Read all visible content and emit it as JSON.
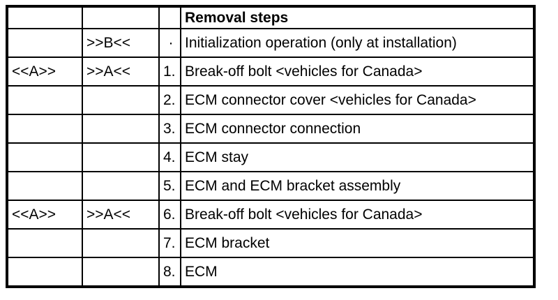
{
  "document": {
    "type": "removal-steps-table",
    "colors": {
      "background": "#ffffff",
      "border": "#000000",
      "text": "#000000"
    },
    "header": {
      "marker_outer": "",
      "marker_inner": "",
      "number": "",
      "title": "Removal steps"
    },
    "rows": [
      {
        "marker_outer": "",
        "marker_inner": ">>B<<",
        "number": "·",
        "description": "Initialization operation (only at installation)"
      },
      {
        "marker_outer": "<<A>>",
        "marker_inner": ">>A<<",
        "number": "1.",
        "description": "Break-off bolt <vehicles for Canada>"
      },
      {
        "marker_outer": "",
        "marker_inner": "",
        "number": "2.",
        "description": "ECM connector cover <vehicles for Canada>"
      },
      {
        "marker_outer": "",
        "marker_inner": "",
        "number": "3.",
        "description": "ECM connector connection"
      },
      {
        "marker_outer": "",
        "marker_inner": "",
        "number": "4.",
        "description": "ECM stay"
      },
      {
        "marker_outer": "",
        "marker_inner": "",
        "number": "5.",
        "description": "ECM and ECM bracket assembly"
      },
      {
        "marker_outer": "<<A>>",
        "marker_inner": ">>A<<",
        "number": "6.",
        "description": "Break-off bolt <vehicles for Canada>"
      },
      {
        "marker_outer": "",
        "marker_inner": "",
        "number": "7.",
        "description": "ECM bracket"
      },
      {
        "marker_outer": "",
        "marker_inner": "",
        "number": "8.",
        "description": "ECM"
      }
    ]
  }
}
